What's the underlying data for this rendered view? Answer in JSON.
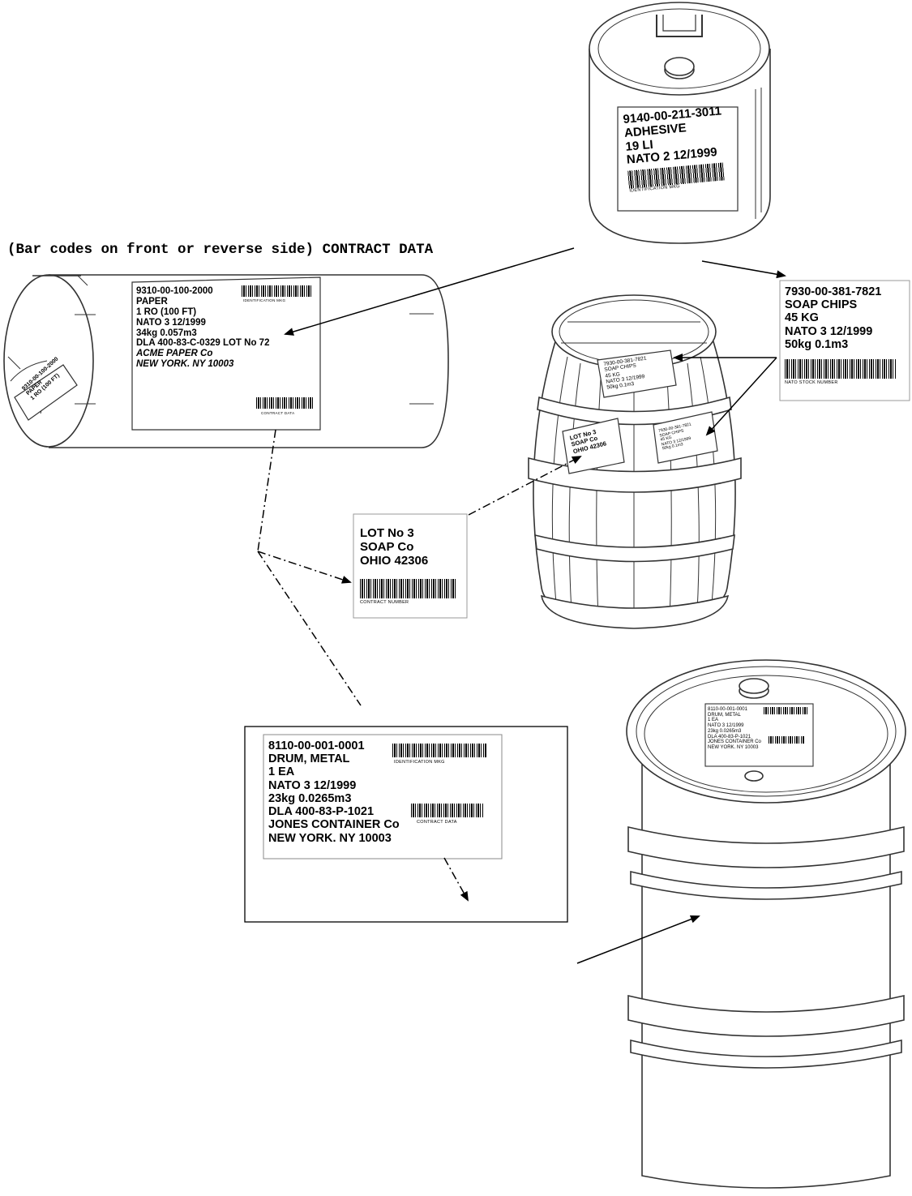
{
  "caption": "(Bar codes on front or reverse side) CONTRACT DATA",
  "can_label": {
    "lines": [
      "9140-00-211-3011",
      "ADHESIVE",
      "19 LI",
      "NATO 2  12/1999"
    ],
    "barcode_caption": "IDENTIFICATION MKG"
  },
  "roll_label": {
    "lines": [
      "9310-00-100-2000",
      "PAPER",
      "1 RO (100 FT)",
      "NATO 3  12/1999",
      "34kg  0.057m3",
      "DLA 400-83-C-0329 LOT No 72"
    ],
    "italic_lines": [
      "ACME PAPER Co",
      "NEW YORK. NY 10003"
    ],
    "barcode_caption_top": "IDENTIFICATION MKG",
    "barcode_caption_bottom": "CONTRACT DATA",
    "end_label": [
      "9310-00-100-2000",
      "PAPER",
      "1 RO (100 FT)"
    ]
  },
  "soap_label": {
    "lines": [
      "7930-00-381-7821",
      "SOAP CHIPS",
      "45 KG",
      "NATO 3  12/1999",
      "50kg  0.1m3"
    ],
    "barcode_caption": "NATO STOCK NUMBER"
  },
  "barrel_top_label": [
    "7930-00-381-7821",
    "SOAP CHIPS",
    "45 KG",
    "NATO 3  12/1999",
    "50kg  0.1m3"
  ],
  "barrel_left_label": [
    "LOT No 3",
    "SOAP Co",
    "OHIO 42306"
  ],
  "barrel_right_label": [
    "7930-00-381-7821",
    "SOAP CHIPS",
    "45 KG",
    "NATO 3 12/1999",
    "50kg  0.1m3"
  ],
  "lot_label": {
    "lines": [
      "LOT No 3",
      "SOAP Co",
      "OHIO 42306"
    ],
    "barcode_caption": "CONTRACT NUMBER"
  },
  "drum_label": {
    "lines": [
      "8110-00-001-0001",
      "DRUM, METAL",
      "1 EA",
      "NATO 3  12/1999",
      "23kg  0.0265m3",
      "DLA 400-83-P-1021",
      "JONES CONTAINER Co",
      "NEW YORK. NY 10003"
    ],
    "barcode_caption_top": "IDENTIFICATION MKG",
    "barcode_caption_bottom": "CONTRACT DATA"
  },
  "drum_top_label": [
    "8110-00-001-0001",
    "DRUM, METAL",
    "1 EA",
    "NATO 3  12/1999",
    "23kg  0.0265m3",
    "DLA 400-83-P-1021",
    "JONES CONTAINER Co",
    "NEW YORK. NY 10003"
  ]
}
